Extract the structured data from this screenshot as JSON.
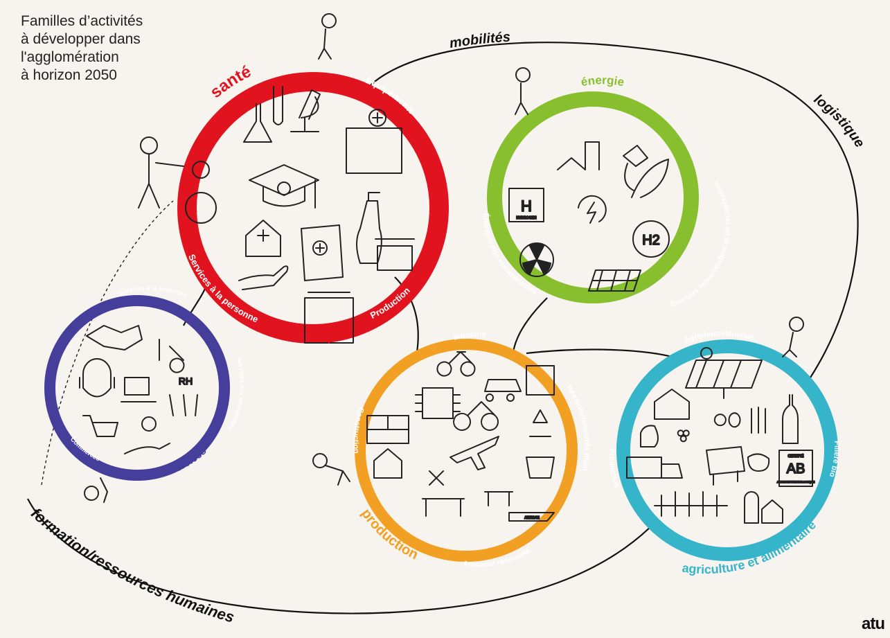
{
  "title": "Familles d’activités\nà développer dans\nl'agglomération\nà horizon 2050",
  "logo": "atu",
  "flows": {
    "mobilites": "mobilités",
    "logistique": "logistique",
    "formation": "formation/ressources humaines"
  },
  "rings": {
    "sante": {
      "color": "#e1131f",
      "title": "santé",
      "equipements": "Équipements",
      "services": "Services à la personne",
      "production": "Production"
    },
    "energie": {
      "color": "#88bf2f",
      "title": "énergie",
      "non_renouvelables": "Énergies non renouvelables",
      "renouvelables": "Énergies renouvelables et de récupération"
    },
    "services": {
      "color": "#453e9a",
      "title": "services",
      "personne": "Services à la personne",
      "entreprises": "Services aux entreprises",
      "commerces": "Commerces"
    },
    "production": {
      "color": "#f2a023",
      "title": "production",
      "industrie": "Industrie",
      "construction": "Construction",
      "reemploi": "Réemploi/seconde main",
      "artisanat": "Artisanat renouvelé"
    },
    "agriculture": {
      "color": "#36b4ca",
      "title": "agriculture et alimentaire",
      "agriphoto": "Agriphotovoltaïque",
      "production": "Production",
      "filiere_bio": "Filière bio"
    }
  },
  "icons": {
    "hydrogen_box_text": "H",
    "hydrogen_caption": "HYDROGEN",
    "h2_text": "H2",
    "rh_text": "RH",
    "ab_text": "AB",
    "ab_top": "CERTIFIÉ",
    "ab_bottom": "AGRICULTURE BIOLOGIQUE",
    "artisan_text": "ARTISAN"
  }
}
